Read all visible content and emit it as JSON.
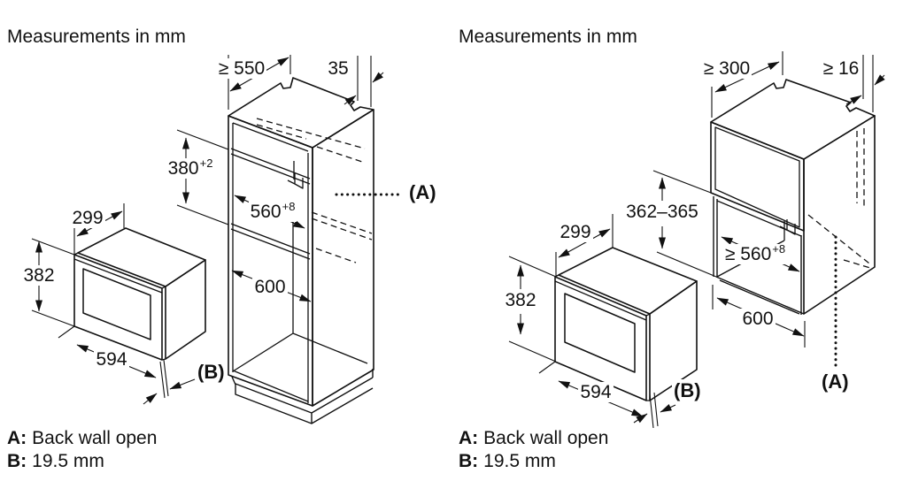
{
  "left": {
    "title": "Measurements in mm",
    "dims": {
      "min_depth": "≥ 550",
      "rear_gap": "35",
      "niche_height": {
        "base": "380",
        "sup": "+2"
      },
      "niche_width": {
        "base": "560",
        "sup": "+8"
      },
      "appliance_depth": "299",
      "appliance_height": "382",
      "lower_compartment": "600",
      "appliance_width": "594",
      "callout_a": "(A)",
      "callout_b": "(B)"
    },
    "legend": [
      {
        "key": "A:",
        "text": "Back wall open"
      },
      {
        "key": "B:",
        "text": "19.5 mm"
      }
    ]
  },
  "right": {
    "title": "Measurements in mm",
    "dims": {
      "min_depth": "≥ 300",
      "side_gap": "≥ 16",
      "niche_height": "362–365",
      "niche_width": {
        "base": "≥ 560",
        "sup": "+8"
      },
      "appliance_depth": "299",
      "appliance_height": "382",
      "niche_depth": "600",
      "appliance_width": "594",
      "callout_a": "(A)",
      "callout_b": "(B)"
    },
    "legend": [
      {
        "key": "A:",
        "text": "Back wall open"
      },
      {
        "key": "B:",
        "text": "19.5 mm"
      }
    ]
  },
  "colors": {
    "line": "#111111",
    "background": "#ffffff"
  }
}
